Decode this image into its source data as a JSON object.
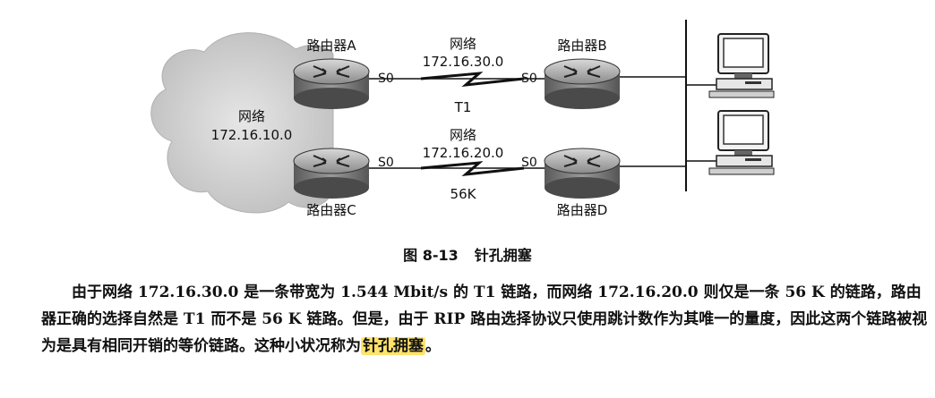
{
  "figure": {
    "cloud_label_line1": "网络",
    "cloud_label_line2": "172.16.10.0",
    "routers": {
      "a": "路由器A",
      "b": "路由器B",
      "c": "路由器C",
      "d": "路由器D"
    },
    "top_link": {
      "net_line1": "网络",
      "net_line2": "172.16.30.0",
      "left_port": "S0",
      "right_port": "S0",
      "speed": "T1"
    },
    "bottom_link": {
      "net_line1": "网络",
      "net_line2": "172.16.20.0",
      "left_port": "S0",
      "right_port": "S0",
      "speed": "56K"
    }
  },
  "caption": {
    "number": "图 8-13",
    "title": "针孔拥塞"
  },
  "paragraph": {
    "text": "由于网络 172.16.30.0 是一条带宽为 1.544 Mbit/s 的 T1 链路，而网络 172.16.20.0 则仅是一条 56 K 的链路，路由器正确的选择自然是 T1 而不是 56 K 链路。但是，由于 RIP 路由选择协议只使用跳计数作为其唯一的量度，因此这两个链路被视为是具有相同开销的等价链路。这种小状况称为",
    "highlight": "针孔拥塞",
    "end": "。"
  }
}
